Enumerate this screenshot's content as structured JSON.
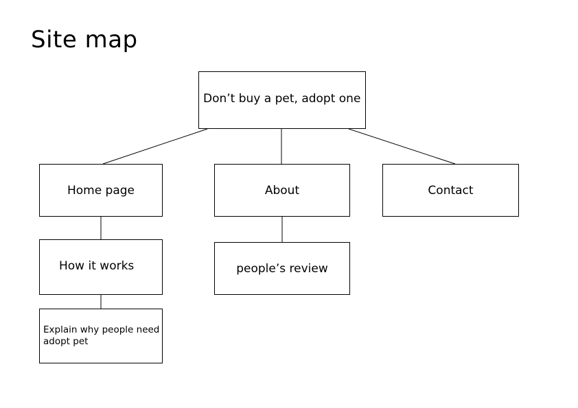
{
  "title": "Site map",
  "nodes": {
    "root": "Don’t buy a pet, adopt one",
    "home": "Home page",
    "about": "About",
    "contact": "Contact",
    "how_it_works": "How it works",
    "reviews": "people’s review",
    "explain": "Explain why people need adopt pet"
  },
  "edges": [
    [
      "root",
      "home"
    ],
    [
      "root",
      "about"
    ],
    [
      "root",
      "contact"
    ],
    [
      "home",
      "how_it_works"
    ],
    [
      "about",
      "reviews"
    ],
    [
      "how_it_works",
      "explain"
    ]
  ]
}
